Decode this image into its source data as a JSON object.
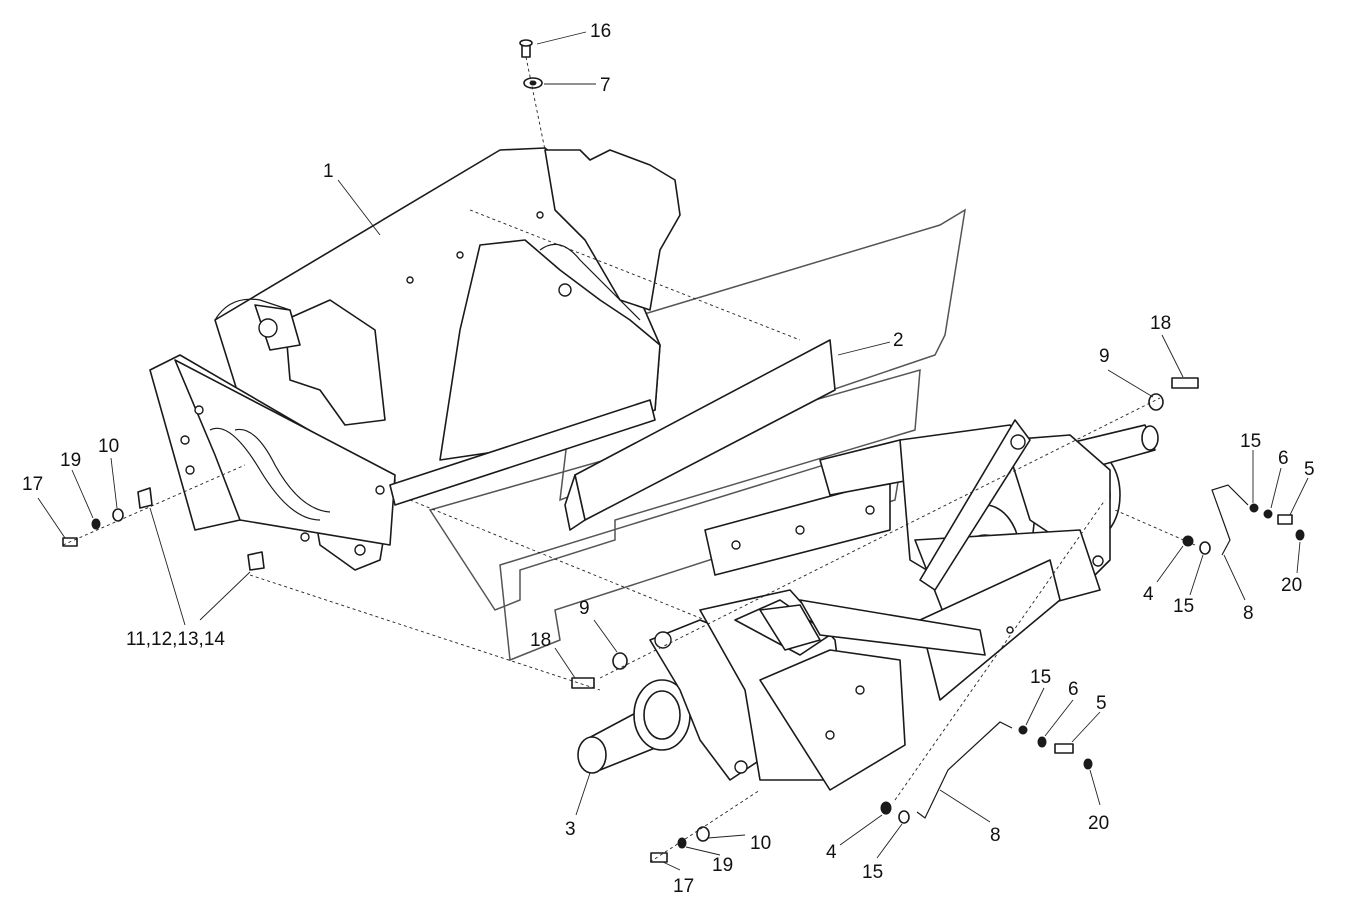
{
  "callouts": {
    "c1": "1",
    "c2": "2",
    "c3": "3",
    "c4a": "4",
    "c4b": "4",
    "c5a": "5",
    "c5b": "5",
    "c6a": "6",
    "c6b": "6",
    "c7": "7",
    "c8a": "8",
    "c8b": "8",
    "c9a": "9",
    "c9b": "9",
    "c10a": "10",
    "c10b": "10",
    "c11": "11,12,13,14",
    "c15a": "15",
    "c15b": "15",
    "c15c": "15",
    "c15d": "15",
    "c16": "16",
    "c17a": "17",
    "c17b": "17",
    "c18a": "18",
    "c18b": "18",
    "c19a": "19",
    "c19b": "19",
    "c20a": "20",
    "c20b": "20"
  }
}
